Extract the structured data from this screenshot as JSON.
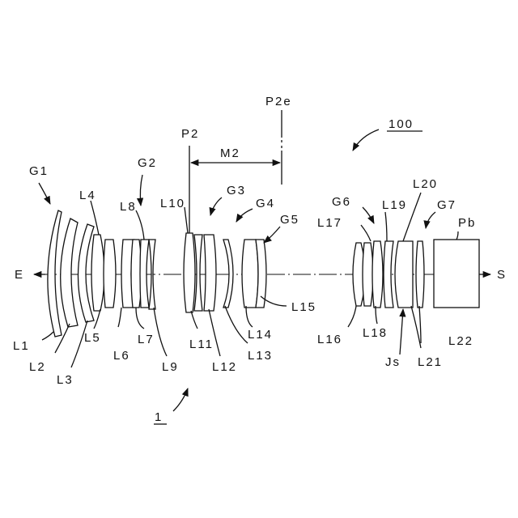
{
  "diagram": {
    "figure_ref": "100",
    "system_ref": "1",
    "ends": {
      "left": "E",
      "right": "S"
    },
    "groups": [
      "G1",
      "G2",
      "G3",
      "G4",
      "G5",
      "G6",
      "G7"
    ],
    "lenses": [
      "L1",
      "L2",
      "L3",
      "L4",
      "L5",
      "L6",
      "L7",
      "L8",
      "L9",
      "L10",
      "L11",
      "L12",
      "L13",
      "L14",
      "L15",
      "L16",
      "L17",
      "L18",
      "L19",
      "L20",
      "L21",
      "L22"
    ],
    "positions": {
      "p2": "P2",
      "p2e": "P2e",
      "m2": "M2"
    },
    "prism": "Pb",
    "stop": "Js"
  }
}
